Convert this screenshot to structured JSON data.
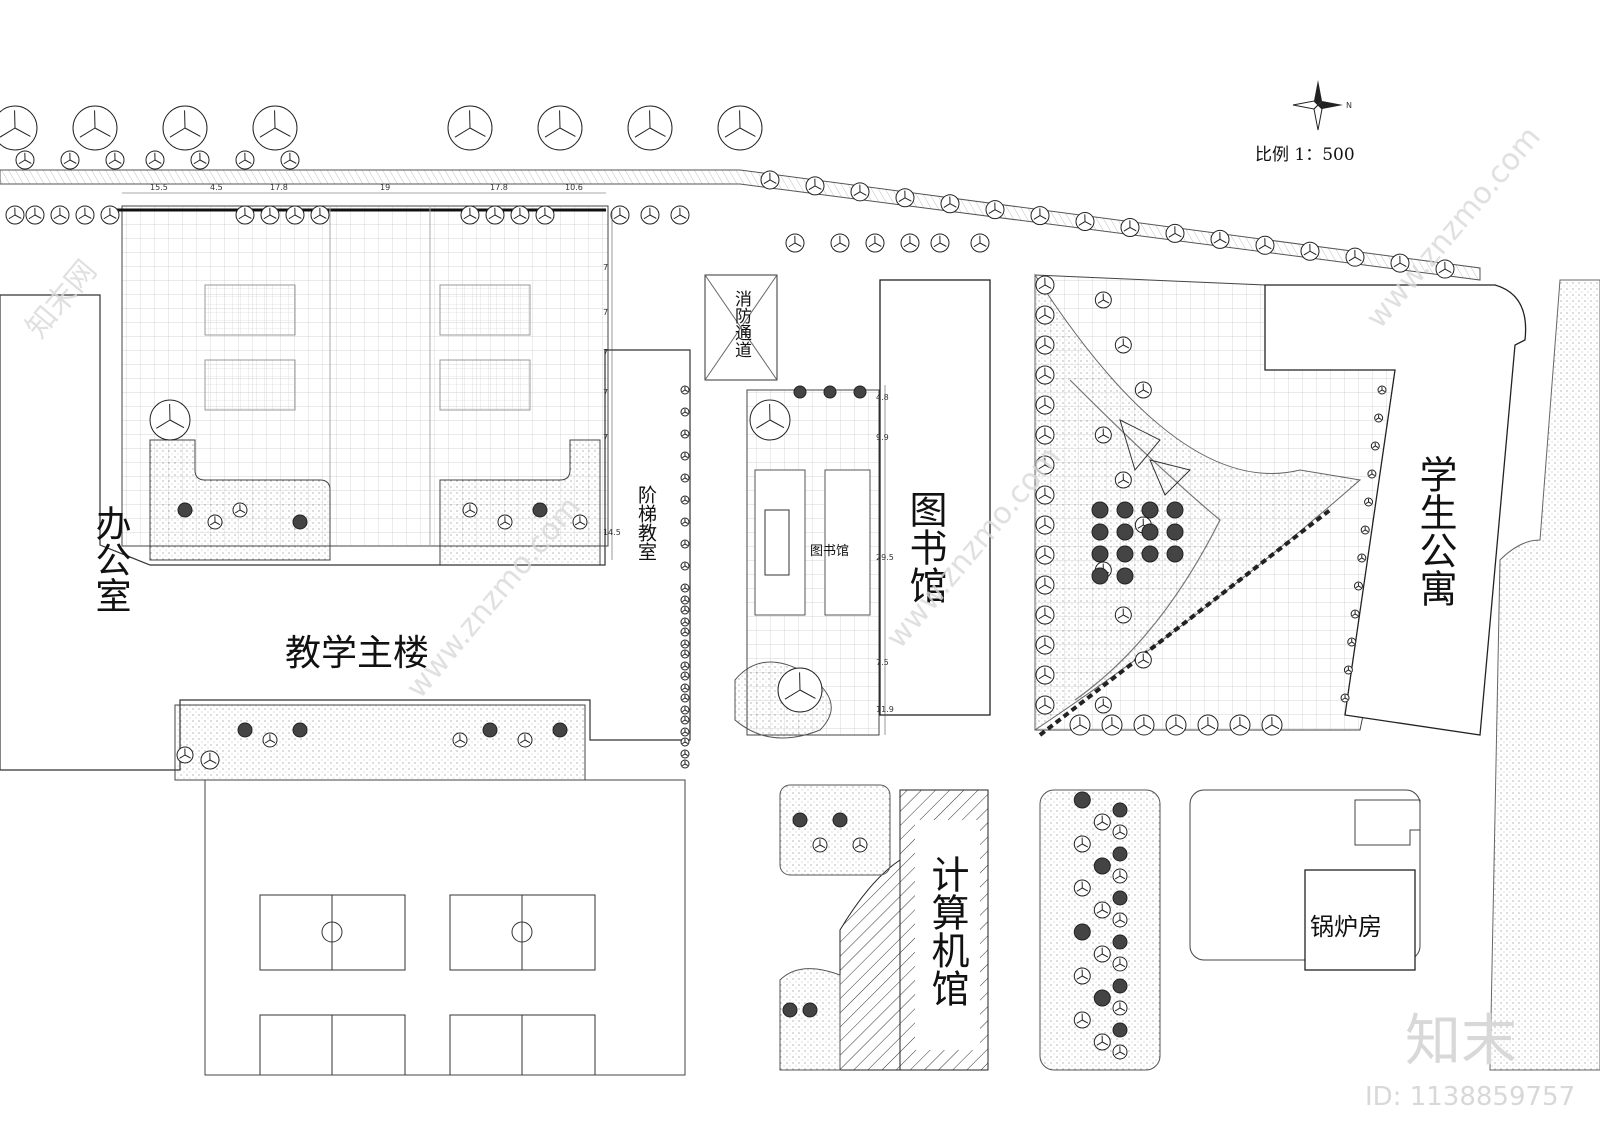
{
  "scale": "比例 1：500",
  "buildings": {
    "office": "办公室",
    "main_building": "教学主楼",
    "lecture_hall": "阶梯教室",
    "library": "图书馆",
    "library_small": "图书馆",
    "fire_lane": "消防通道",
    "dorm": "学生公寓",
    "computer_hall": "计算机馆",
    "boiler_room": "锅炉房"
  },
  "dimensions_top": [
    "15.5",
    "4.5",
    "17.8",
    "19",
    "17.8",
    "10.6"
  ],
  "dimensions_side": [
    "7",
    "7",
    "7",
    "7",
    "7",
    "14.5"
  ],
  "dimensions_library": [
    "4.8",
    "9.9",
    "29.5",
    "7.5",
    "11.9"
  ],
  "watermark": {
    "site": "www.znzmo.com",
    "brand": "知末网",
    "logo": "知末",
    "id": "ID: 1138859757"
  },
  "colors": {
    "line": "#222222",
    "paving": "#cfcfcf",
    "tree_dark": "#333333",
    "watermark": "#d8d8d8"
  }
}
